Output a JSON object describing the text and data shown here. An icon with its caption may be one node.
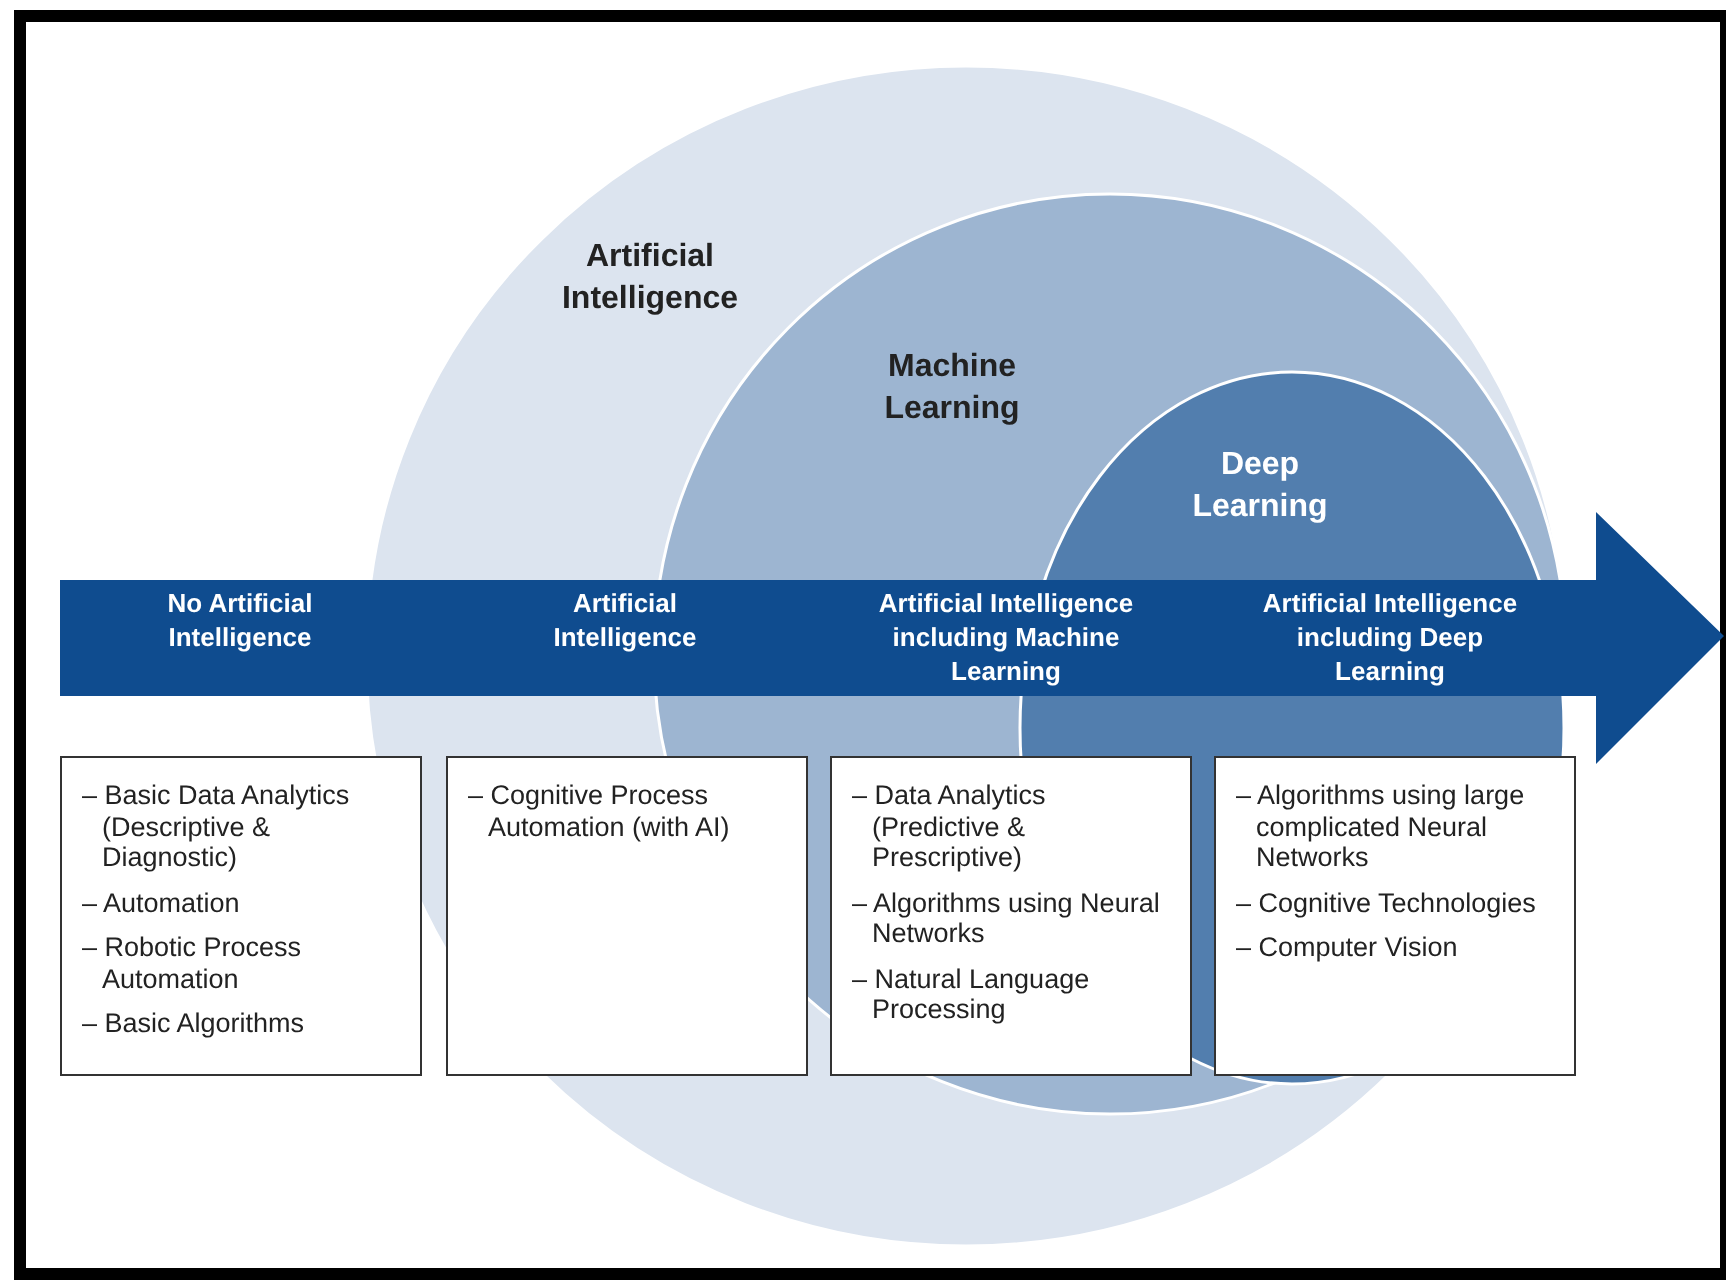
{
  "diagram": {
    "nodes": [
      {
        "text": [
          "No Artificial Intelligence",
          "Artificial Intelligence",
          "Artificial Intelligence including Machine Learning",
          "Artificial Intelligence including Deep Learning"
        ]
      },
      {
        "text": [
          "– Basic Data Analytics (Descriptive & Diagnostic)",
          "– Automation",
          "– Robotic Process Automation",
          "– Basic Algorithms"
        ]
      },
      {
        "text": [
          "– Cognitive Process Automation (with AI)"
        ]
      },
      {
        "text": [
          "– Data Analytics (Predictive & Prescriptive)",
          "– Algorithms using Neural Networks",
          "– Natural Language Processing"
        ]
      },
      {
        "text": [
          "– Algorithms using large complicated Neural Networks",
          "– Cognitive Technologies",
          "– Computer Vision"
        ]
      }
    ],
    "edges": [],
    "labels": [
      "Artificial Intelligence",
      "Machine Learning",
      "Deep Learning"
    ]
  }
}
